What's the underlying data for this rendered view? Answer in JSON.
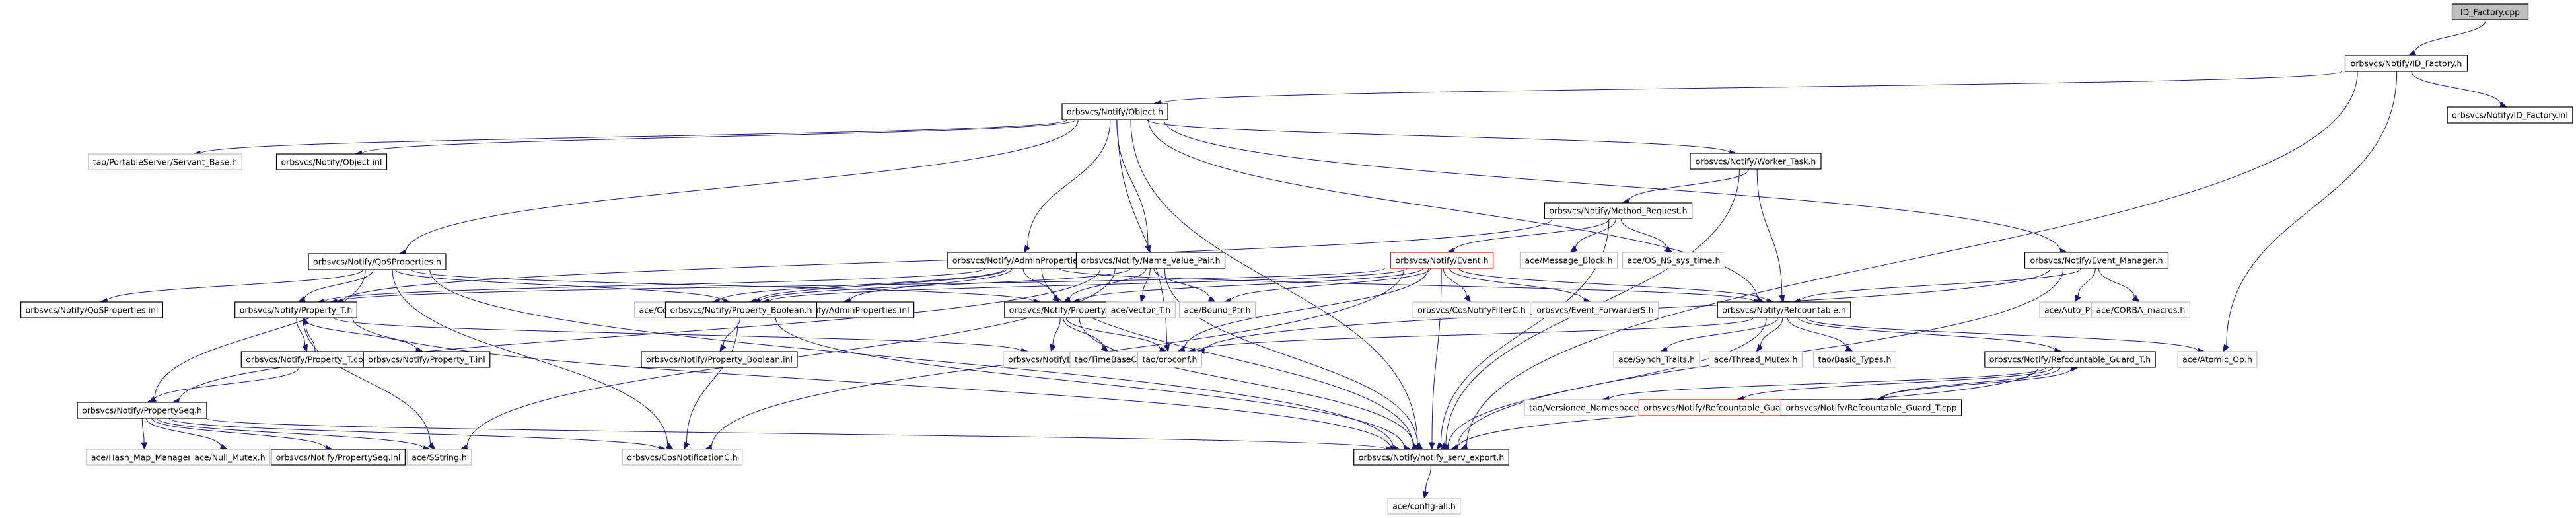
{
  "title": "ID_Factory.cpp include dependency graph",
  "colors": {
    "edge": "#191970",
    "normal_border": "#000000",
    "external_border": "#bfbfbf",
    "highlight_border": "#ff0000",
    "root_fill": "#bfbfbf"
  },
  "nodes": [
    {
      "id": "root",
      "label": "ID_Factory.cpp",
      "style": "root"
    },
    {
      "id": "idf_h",
      "label": "orbsvcs/Notify/ID_Factory.h",
      "style": "normal"
    },
    {
      "id": "idf_inl",
      "label": "orbsvcs/Notify/ID_Factory.inl",
      "style": "normal"
    },
    {
      "id": "object_h",
      "label": "orbsvcs/Notify/Object.h",
      "style": "normal"
    },
    {
      "id": "servant_base",
      "label": "tao/PortableServer/Servant_Base.h",
      "style": "external"
    },
    {
      "id": "object_inl",
      "label": "orbsvcs/Notify/Object.inl",
      "style": "normal"
    },
    {
      "id": "worker_task",
      "label": "orbsvcs/Notify/Worker_Task.h",
      "style": "normal"
    },
    {
      "id": "method_request",
      "label": "orbsvcs/Notify/Method_Request.h",
      "style": "normal"
    },
    {
      "id": "qos_h",
      "label": "orbsvcs/Notify/QoSProperties.h",
      "style": "normal"
    },
    {
      "id": "admin_h",
      "label": "orbsvcs/Notify/AdminProperties.h",
      "style": "normal"
    },
    {
      "id": "nvp_h",
      "label": "orbsvcs/Notify/Name_Value_Pair.h",
      "style": "normal"
    },
    {
      "id": "event_h",
      "label": "orbsvcs/Notify/Event.h",
      "style": "red"
    },
    {
      "id": "message_block",
      "label": "ace/Message_Block.h",
      "style": "external"
    },
    {
      "id": "os_ns_sys_time",
      "label": "ace/OS_NS_sys_time.h",
      "style": "external"
    },
    {
      "id": "event_manager",
      "label": "orbsvcs/Notify/Event_Manager.h",
      "style": "normal"
    },
    {
      "id": "qos_inl",
      "label": "orbsvcs/Notify/QoSProperties.inl",
      "style": "normal"
    },
    {
      "id": "property_t_h",
      "label": "orbsvcs/Notify/Property_T.h",
      "style": "normal"
    },
    {
      "id": "cond_thread_mutex",
      "label": "ace/Condition_Thread_Mutex.h",
      "style": "external"
    },
    {
      "id": "admin_inl",
      "label": "orbsvcs/Notify/AdminProperties.inl",
      "style": "normal"
    },
    {
      "id": "property_boolean_h",
      "label": "orbsvcs/Notify/Property_Boolean.h",
      "style": "normal"
    },
    {
      "id": "property_h",
      "label": "orbsvcs/Notify/Property.h",
      "style": "normal"
    },
    {
      "id": "vector_t",
      "label": "ace/Vector_T.h",
      "style": "external"
    },
    {
      "id": "bound_ptr",
      "label": "ace/Bound_Ptr.h",
      "style": "external"
    },
    {
      "id": "cos_notify_filter",
      "label": "orbsvcs/CosNotifyFilterC.h",
      "style": "external"
    },
    {
      "id": "event_forwarder",
      "label": "orbsvcs/Event_ForwarderS.h",
      "style": "external"
    },
    {
      "id": "refcountable_h",
      "label": "orbsvcs/Notify/Refcountable.h",
      "style": "normal"
    },
    {
      "id": "auto_ptr",
      "label": "ace/Auto_Ptr.h",
      "style": "external"
    },
    {
      "id": "corba_macros",
      "label": "ace/CORBA_macros.h",
      "style": "external"
    },
    {
      "id": "property_t_cpp",
      "label": "orbsvcs/Notify/Property_T.cpp",
      "style": "normal"
    },
    {
      "id": "property_t_inl",
      "label": "orbsvcs/Notify/Property_T.inl",
      "style": "normal"
    },
    {
      "id": "property_boolean_inl",
      "label": "orbsvcs/Notify/Property_Boolean.inl",
      "style": "normal"
    },
    {
      "id": "notify_ext_c",
      "label": "orbsvcs/NotifyExtC.h",
      "style": "external"
    },
    {
      "id": "timebase_c",
      "label": "tao/TimeBaseC.h",
      "style": "external"
    },
    {
      "id": "orbconf",
      "label": "tao/orbconf.h",
      "style": "external"
    },
    {
      "id": "synch_traits",
      "label": "ace/Synch_Traits.h",
      "style": "external"
    },
    {
      "id": "thread_mutex",
      "label": "ace/Thread_Mutex.h",
      "style": "external"
    },
    {
      "id": "basic_types",
      "label": "tao/Basic_Types.h",
      "style": "external"
    },
    {
      "id": "refguard_h",
      "label": "orbsvcs/Notify/Refcountable_Guard_T.h",
      "style": "normal"
    },
    {
      "id": "atomic_op",
      "label": "ace/Atomic_Op.h",
      "style": "external"
    },
    {
      "id": "propertyseq_h",
      "label": "orbsvcs/Notify/PropertySeq.h",
      "style": "normal"
    },
    {
      "id": "versioned_ns",
      "label": "tao/Versioned_Namespace.h",
      "style": "external"
    },
    {
      "id": "refguard_inl",
      "label": "orbsvcs/Notify/Refcountable_Guard_T.inl",
      "style": "red"
    },
    {
      "id": "refguard_cpp",
      "label": "orbsvcs/Notify/Refcountable_Guard_T.cpp",
      "style": "normal"
    },
    {
      "id": "hash_map_manager",
      "label": "ace/Hash_Map_Manager.h",
      "style": "external"
    },
    {
      "id": "null_mutex",
      "label": "ace/Null_Mutex.h",
      "style": "external"
    },
    {
      "id": "propertyseq_inl",
      "label": "orbsvcs/Notify/PropertySeq.inl",
      "style": "normal"
    },
    {
      "id": "sstring",
      "label": "ace/SString.h",
      "style": "external"
    },
    {
      "id": "cos_notification_c",
      "label": "orbsvcs/CosNotificationC.h",
      "style": "external"
    },
    {
      "id": "notify_serv_export",
      "label": "orbsvcs/Notify/notify_serv_export.h",
      "style": "normal"
    },
    {
      "id": "config_all",
      "label": "ace/config-all.h",
      "style": "external"
    }
  ],
  "edges": [
    [
      "root",
      "idf_h"
    ],
    [
      "idf_h",
      "object_h"
    ],
    [
      "idf_h",
      "idf_inl"
    ],
    [
      "idf_h",
      "notify_serv_export"
    ],
    [
      "idf_h",
      "atomic_op"
    ],
    [
      "object_h",
      "servant_base"
    ],
    [
      "object_h",
      "object_inl"
    ],
    [
      "object_h",
      "worker_task"
    ],
    [
      "object_h",
      "qos_h"
    ],
    [
      "object_h",
      "admin_h"
    ],
    [
      "object_h",
      "nvp_h"
    ],
    [
      "object_h",
      "event_manager"
    ],
    [
      "object_h",
      "refcountable_h"
    ],
    [
      "object_h",
      "orbconf"
    ],
    [
      "object_h",
      "notify_serv_export"
    ],
    [
      "worker_task",
      "method_request"
    ],
    [
      "worker_task",
      "refcountable_h"
    ],
    [
      "worker_task",
      "notify_serv_export"
    ],
    [
      "method_request",
      "event_h"
    ],
    [
      "method_request",
      "message_block"
    ],
    [
      "method_request",
      "os_ns_sys_time"
    ],
    [
      "method_request",
      "property_t_h"
    ],
    [
      "method_request",
      "notify_serv_export"
    ],
    [
      "event_h",
      "bound_ptr"
    ],
    [
      "event_h",
      "cos_notify_filter"
    ],
    [
      "event_h",
      "event_forwarder"
    ],
    [
      "event_h",
      "refcountable_h"
    ],
    [
      "event_h",
      "property_h"
    ],
    [
      "event_h",
      "property_boolean_h"
    ],
    [
      "event_h",
      "orbconf"
    ],
    [
      "event_h",
      "cos_notification_c"
    ],
    [
      "event_h",
      "notify_serv_export"
    ],
    [
      "event_h",
      "property_t_h"
    ],
    [
      "qos_h",
      "qos_inl"
    ],
    [
      "qos_h",
      "property_t_h"
    ],
    [
      "qos_h",
      "propertyseq_h"
    ],
    [
      "qos_h",
      "property_h"
    ],
    [
      "qos_h",
      "property_boolean_h"
    ],
    [
      "qos_h",
      "notify_serv_export"
    ],
    [
      "qos_h",
      "cos_notification_c"
    ],
    [
      "admin_h",
      "cond_thread_mutex"
    ],
    [
      "admin_h",
      "admin_inl"
    ],
    [
      "admin_h",
      "property_boolean_h"
    ],
    [
      "admin_h",
      "property_h"
    ],
    [
      "admin_h",
      "property_t_h"
    ],
    [
      "admin_h",
      "notify_serv_export"
    ],
    [
      "admin_h",
      "refcountable_h"
    ],
    [
      "nvp_h",
      "property_h"
    ],
    [
      "nvp_h",
      "vector_t"
    ],
    [
      "nvp_h",
      "bound_ptr"
    ],
    [
      "nvp_h",
      "property_boolean_h"
    ],
    [
      "nvp_h",
      "notify_serv_export"
    ],
    [
      "nvp_h",
      "sstring"
    ],
    [
      "nvp_h",
      "propertyseq_h"
    ],
    [
      "event_manager",
      "refcountable_h"
    ],
    [
      "event_manager",
      "auto_ptr"
    ],
    [
      "event_manager",
      "corba_macros"
    ],
    [
      "event_manager",
      "orbconf"
    ],
    [
      "event_manager",
      "notify_serv_export"
    ],
    [
      "property_t_h",
      "property_t_cpp"
    ],
    [
      "property_t_cpp",
      "property_t_h"
    ],
    [
      "property_t_h",
      "property_t_inl"
    ],
    [
      "property_t_h",
      "sstring"
    ],
    [
      "property_t_h",
      "notify_serv_export"
    ],
    [
      "property_t_h",
      "notify_ext_c"
    ],
    [
      "property_t_cpp",
      "propertyseq_h"
    ],
    [
      "property_boolean_h",
      "property_boolean_inl"
    ],
    [
      "property_boolean_h",
      "cos_notification_c"
    ],
    [
      "property_boolean_h",
      "notify_serv_export"
    ],
    [
      "property_h",
      "notify_ext_c"
    ],
    [
      "property_h",
      "timebase_c"
    ],
    [
      "property_h",
      "orbconf"
    ],
    [
      "property_h",
      "notify_serv_export"
    ],
    [
      "refcountable_h",
      "synch_traits"
    ],
    [
      "refcountable_h",
      "thread_mutex"
    ],
    [
      "refcountable_h",
      "basic_types"
    ],
    [
      "refcountable_h",
      "refguard_h"
    ],
    [
      "refcountable_h",
      "atomic_op"
    ],
    [
      "refcountable_h",
      "notify_serv_export"
    ],
    [
      "refcountable_h",
      "orbconf"
    ],
    [
      "refguard_h",
      "refguard_inl"
    ],
    [
      "refguard_h",
      "refguard_cpp"
    ],
    [
      "refguard_cpp",
      "refguard_h"
    ],
    [
      "refguard_h",
      "versioned_ns"
    ],
    [
      "refguard_h",
      "notify_serv_export"
    ],
    [
      "propertyseq_h",
      "hash_map_manager"
    ],
    [
      "propertyseq_h",
      "null_mutex"
    ],
    [
      "propertyseq_h",
      "propertyseq_inl"
    ],
    [
      "propertyseq_h",
      "sstring"
    ],
    [
      "propertyseq_h",
      "cos_notification_c"
    ],
    [
      "propertyseq_h",
      "notify_serv_export"
    ],
    [
      "notify_serv_export",
      "config_all"
    ]
  ]
}
